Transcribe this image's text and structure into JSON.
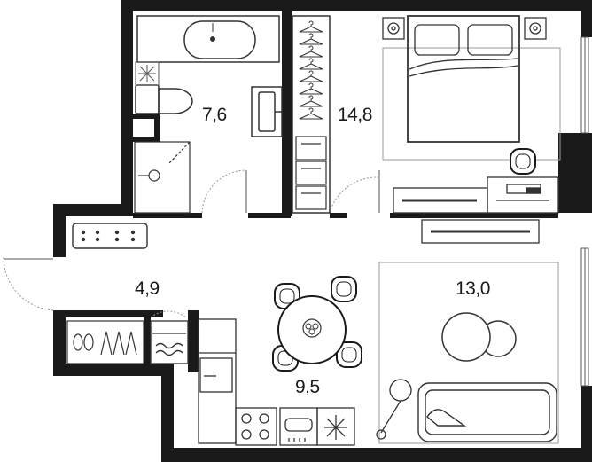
{
  "rooms": {
    "bathroom": {
      "area": "7,6"
    },
    "bedroom": {
      "area": "14,8"
    },
    "hallway": {
      "area": "4,9"
    },
    "living": {
      "area": "13,0"
    },
    "kitchen": {
      "area": "9,5"
    }
  },
  "colors": {
    "wall": "#1a1a1a",
    "line": "#333333",
    "light": "#9a9a9a",
    "background": "#ffffff"
  }
}
